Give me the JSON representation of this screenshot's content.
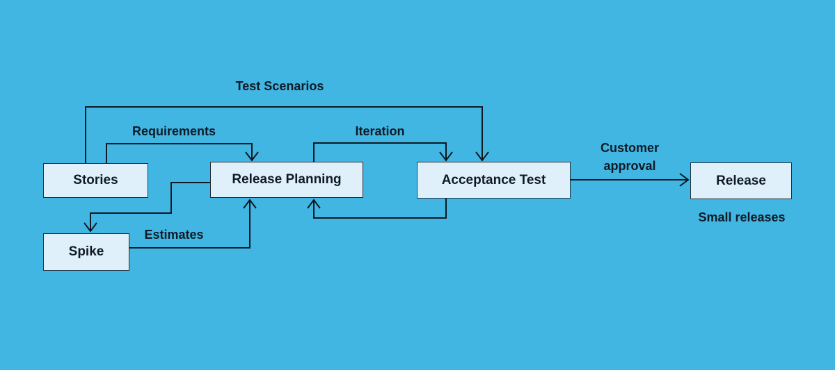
{
  "diagram": {
    "type": "flowchart",
    "subject": "Extreme Programming process flow",
    "colors": {
      "background": "#41B6E3",
      "node_fill": "#DFF0FA",
      "node_border": "#22303C",
      "line": "#0E1822",
      "text": "#101A24"
    },
    "nodes": [
      {
        "id": "stories",
        "label": "Stories"
      },
      {
        "id": "release-planning",
        "label": "Release Planning"
      },
      {
        "id": "acceptance-test",
        "label": "Acceptance Test"
      },
      {
        "id": "release",
        "label": "Release"
      },
      {
        "id": "spike",
        "label": "Spike"
      }
    ],
    "edges": [
      {
        "from": "stories",
        "to": "acceptance-test",
        "label": "Test Scenarios",
        "arrow": "into acceptance-test top"
      },
      {
        "from": "stories",
        "to": "release-planning",
        "label": "Requirements",
        "arrow": "into release-planning top"
      },
      {
        "from": "release-planning",
        "to": "acceptance-test",
        "label": "Iteration",
        "arrow": "into acceptance-test top"
      },
      {
        "from": "acceptance-test",
        "to": "release",
        "label": "Customer approval",
        "arrow": "into release left"
      },
      {
        "from": "acceptance-test",
        "to": "release-planning",
        "label": "",
        "arrow": "into release-planning bottom"
      },
      {
        "from": "release-planning",
        "to": "spike",
        "label": "",
        "arrow": "into spike top"
      },
      {
        "from": "spike",
        "to": "release-planning",
        "label": "Estimates",
        "arrow": "into release-planning bottom"
      }
    ],
    "annotations": [
      {
        "id": "small-releases",
        "label": "Small releases",
        "near": "release"
      }
    ]
  }
}
